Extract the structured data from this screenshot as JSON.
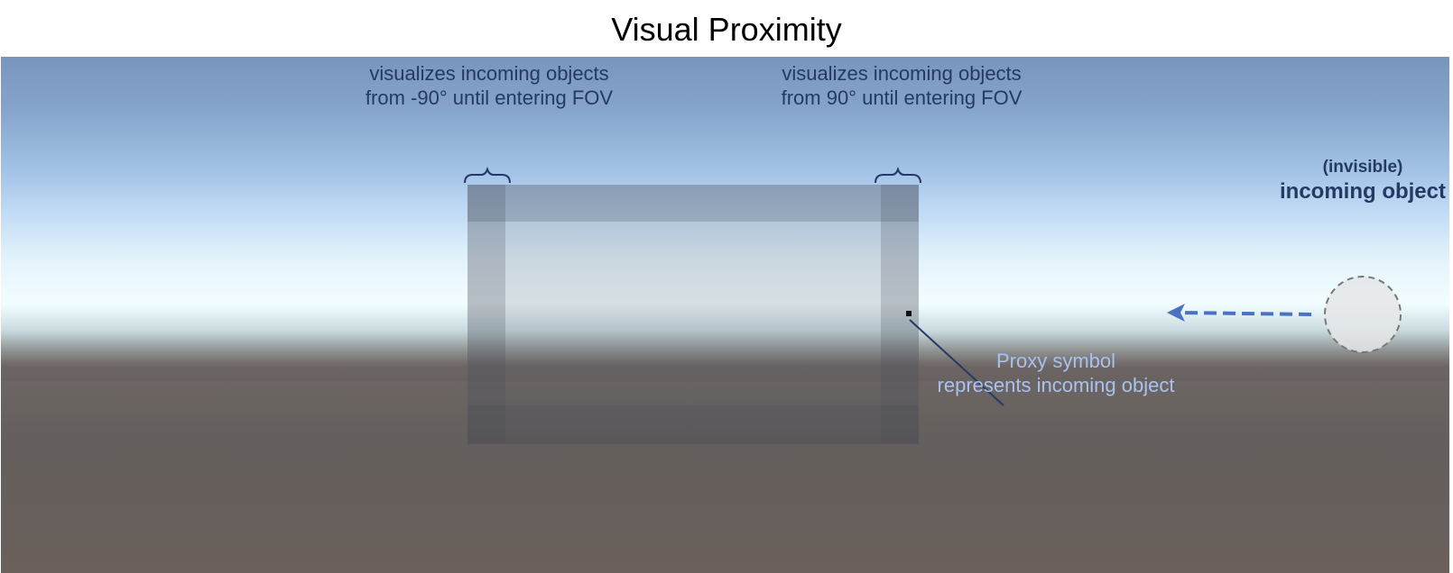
{
  "title": "Visual Proximity",
  "annotations": {
    "left_region": "visualizes incoming objects\nfrom -90° until entering FOV",
    "right_region": "visualizes incoming objects\nfrom 90° until entering FOV",
    "proxy_symbol": "Proxy symbol\nrepresents incoming object",
    "invisible": "(invisible)",
    "incoming_object": "incoming object"
  },
  "colors": {
    "annotation_text": "#253a63",
    "proxy_text": "#a9c1ef",
    "arrow": "#4a72c4",
    "incoming_object_fill": "#e4e6e8",
    "incoming_object_stroke": "#777777",
    "proxy_symbol": "#111111"
  }
}
